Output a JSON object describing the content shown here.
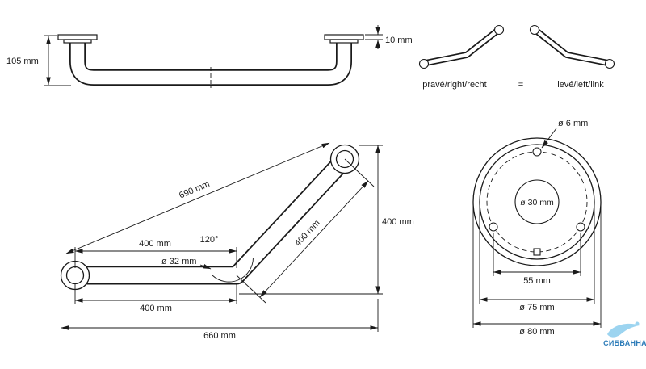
{
  "straight_view": {
    "height": "105 mm",
    "flange_thickness": "10 mm"
  },
  "orientation": {
    "right_label": "pravé/right/recht",
    "equals": "=",
    "left_label": "levé/left/link"
  },
  "angled_view": {
    "length_diagonal_total": "690 mm",
    "horizontal_segment_top": "400 mm",
    "bend_angle": "120°",
    "tube_diameter": "ø 32 mm",
    "angled_segment": "400 mm",
    "height_right": "400 mm",
    "horizontal_segment_bottom": "400 mm",
    "overall_width": "660 mm"
  },
  "flange_view": {
    "screw_hole_diameter": "ø 6 mm",
    "center_hole_diameter": "ø 30 mm",
    "hole_spacing": "55 mm",
    "inner_diameter": "ø 75 mm",
    "outer_diameter": "ø 80 mm"
  },
  "watermark": {
    "brand": "СИБВАННА",
    "accent_color": "#2d7cb9"
  },
  "colors": {
    "line": "#1a1a1a",
    "background": "#ffffff"
  }
}
